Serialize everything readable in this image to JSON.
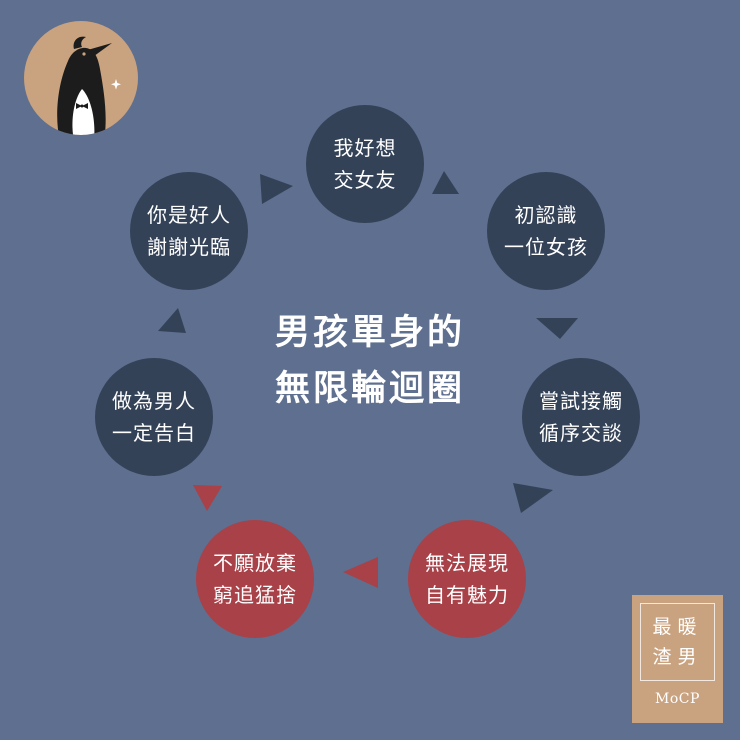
{
  "center_title": {
    "line1": "男孩單身的",
    "line2": "無限輪迴圈"
  },
  "cycle": [
    {
      "id": "want",
      "line1": "我好想",
      "line2": "交女友",
      "color": "#344258"
    },
    {
      "id": "meet",
      "line1": "初認識",
      "line2": "一位女孩",
      "color": "#344258"
    },
    {
      "id": "chat",
      "line1": "嘗試接觸",
      "line2": "循序交談",
      "color": "#344258"
    },
    {
      "id": "charm",
      "line1": "無法展現",
      "line2": "自有魅力",
      "color": "#a84148"
    },
    {
      "id": "chase",
      "line1": "不願放棄",
      "line2": "窮追猛捨",
      "color": "#a84148"
    },
    {
      "id": "confess",
      "line1": "做為男人",
      "line2": "一定告白",
      "color": "#344258"
    },
    {
      "id": "reject",
      "line1": "你是好人",
      "line2": "謝謝光臨",
      "color": "#344258"
    }
  ],
  "brand": {
    "line1": "最暖",
    "line2": "渣男",
    "sub": "MoCP"
  },
  "colors": {
    "background": "#5e6f8f",
    "dark_node": "#344258",
    "red_node": "#a84148",
    "brand": "#c9a27f"
  },
  "icons": {
    "logo": "penguin-tuxedo-icon"
  }
}
